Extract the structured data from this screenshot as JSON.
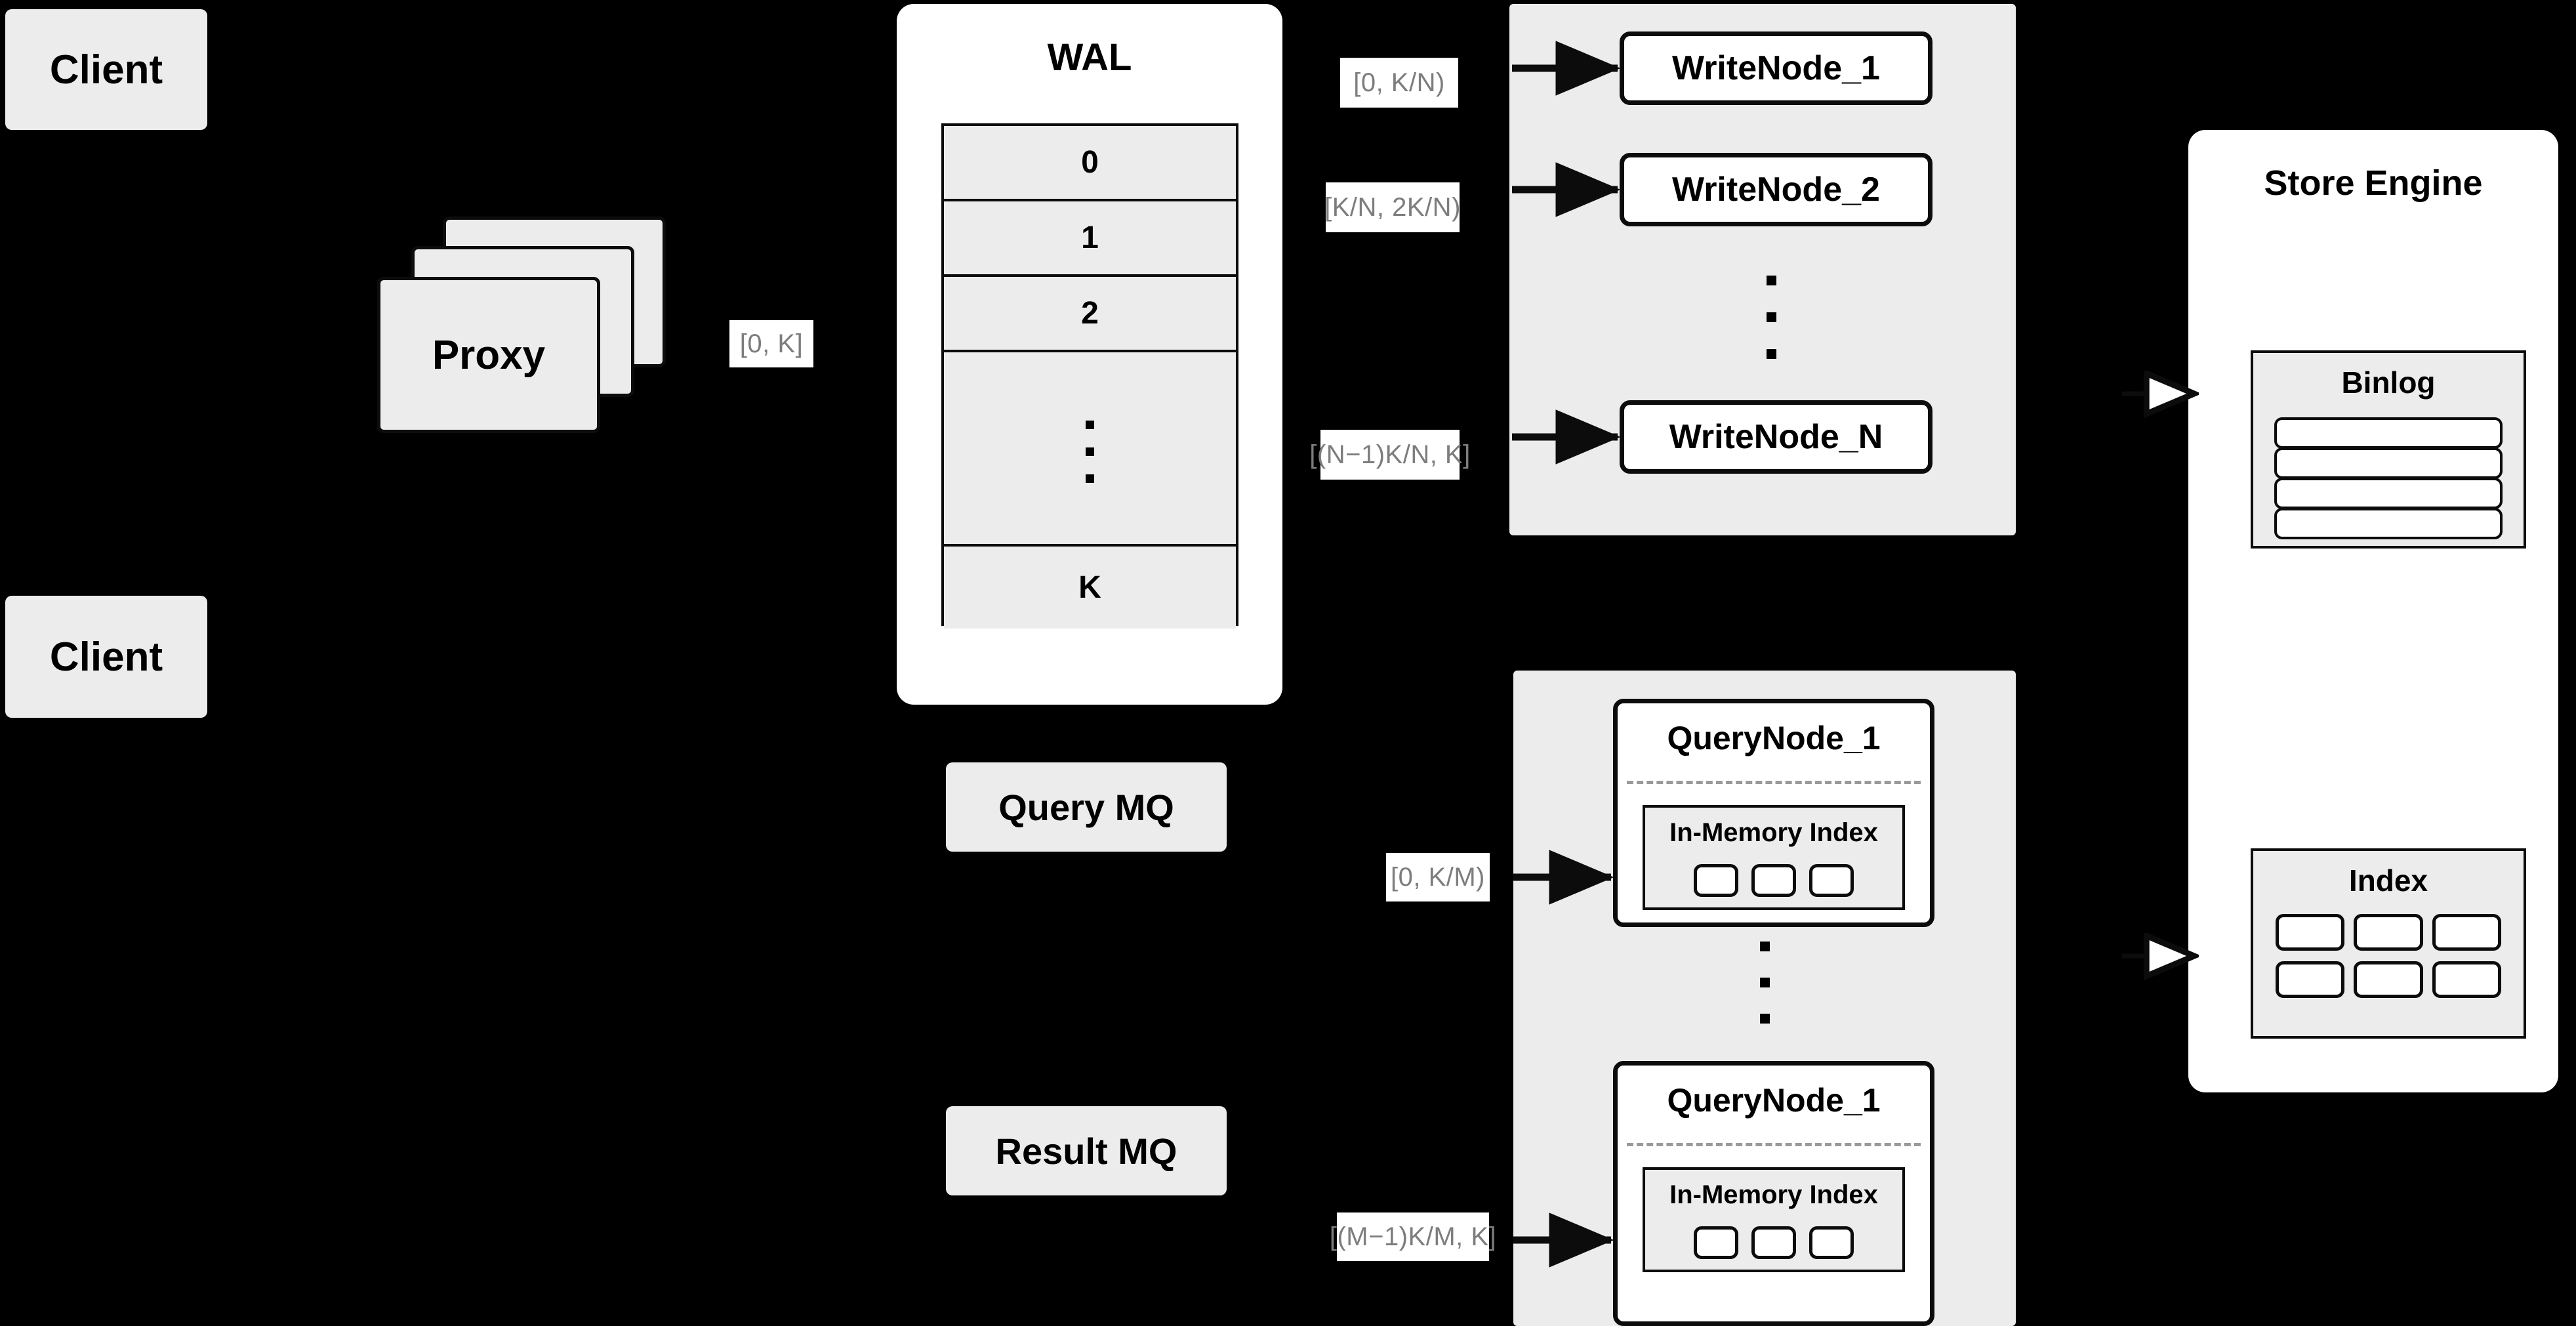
{
  "diagram": {
    "title": "Distributed Write / Query Architecture",
    "colors": {
      "background": "#000000",
      "panel_gray": "#ececec",
      "panel_white": "#ffffff",
      "stroke": "#0c0c0c",
      "label_text": "#7d7d7d",
      "dashed_divider": "#9a9a9a"
    }
  },
  "clients": [
    {
      "label": "Client"
    },
    {
      "label": "Client"
    }
  ],
  "proxy": {
    "label": "Proxy",
    "stack_count": 3
  },
  "wal": {
    "title": "WAL",
    "rows": [
      "0",
      "1",
      "2",
      "",
      "K"
    ],
    "ellipsis_row_index": 3,
    "ellipsis_dots": 3
  },
  "write_cluster": {
    "nodes": [
      {
        "label": "WriteNode_1"
      },
      {
        "label": "WriteNode_2"
      },
      {
        "label": "WriteNode_N"
      }
    ],
    "ellipsis_dots": 3
  },
  "query_cluster": {
    "nodes": [
      {
        "label": "QueryNode_1",
        "index": {
          "title": "In-Memory Index",
          "slot_count": 3
        }
      },
      {
        "label": "QueryNode_1",
        "index": {
          "title": "In-Memory Index",
          "slot_count": 3
        }
      }
    ],
    "ellipsis_dots": 3
  },
  "message_queues": [
    {
      "label": "Query MQ"
    },
    {
      "label": "Result MQ"
    }
  ],
  "store_engine": {
    "title": "Store Engine",
    "binlog": {
      "title": "Binlog",
      "row_count": 4
    },
    "index": {
      "title": "Index",
      "cell_count": 6,
      "columns": 3,
      "rows": 2
    }
  },
  "edge_labels": {
    "proxy_to_wal": "[0, K]",
    "wal_to_writenode_1": "[0,  K/N)",
    "wal_to_writenode_2": "[K/N, 2K/N)",
    "wal_to_writenode_n": "[(N−1)K/N,  K]",
    "mq_to_querynode_1": "[0, K/M)",
    "mq_to_querynode_m": "[(M−1)K/M, K]"
  }
}
